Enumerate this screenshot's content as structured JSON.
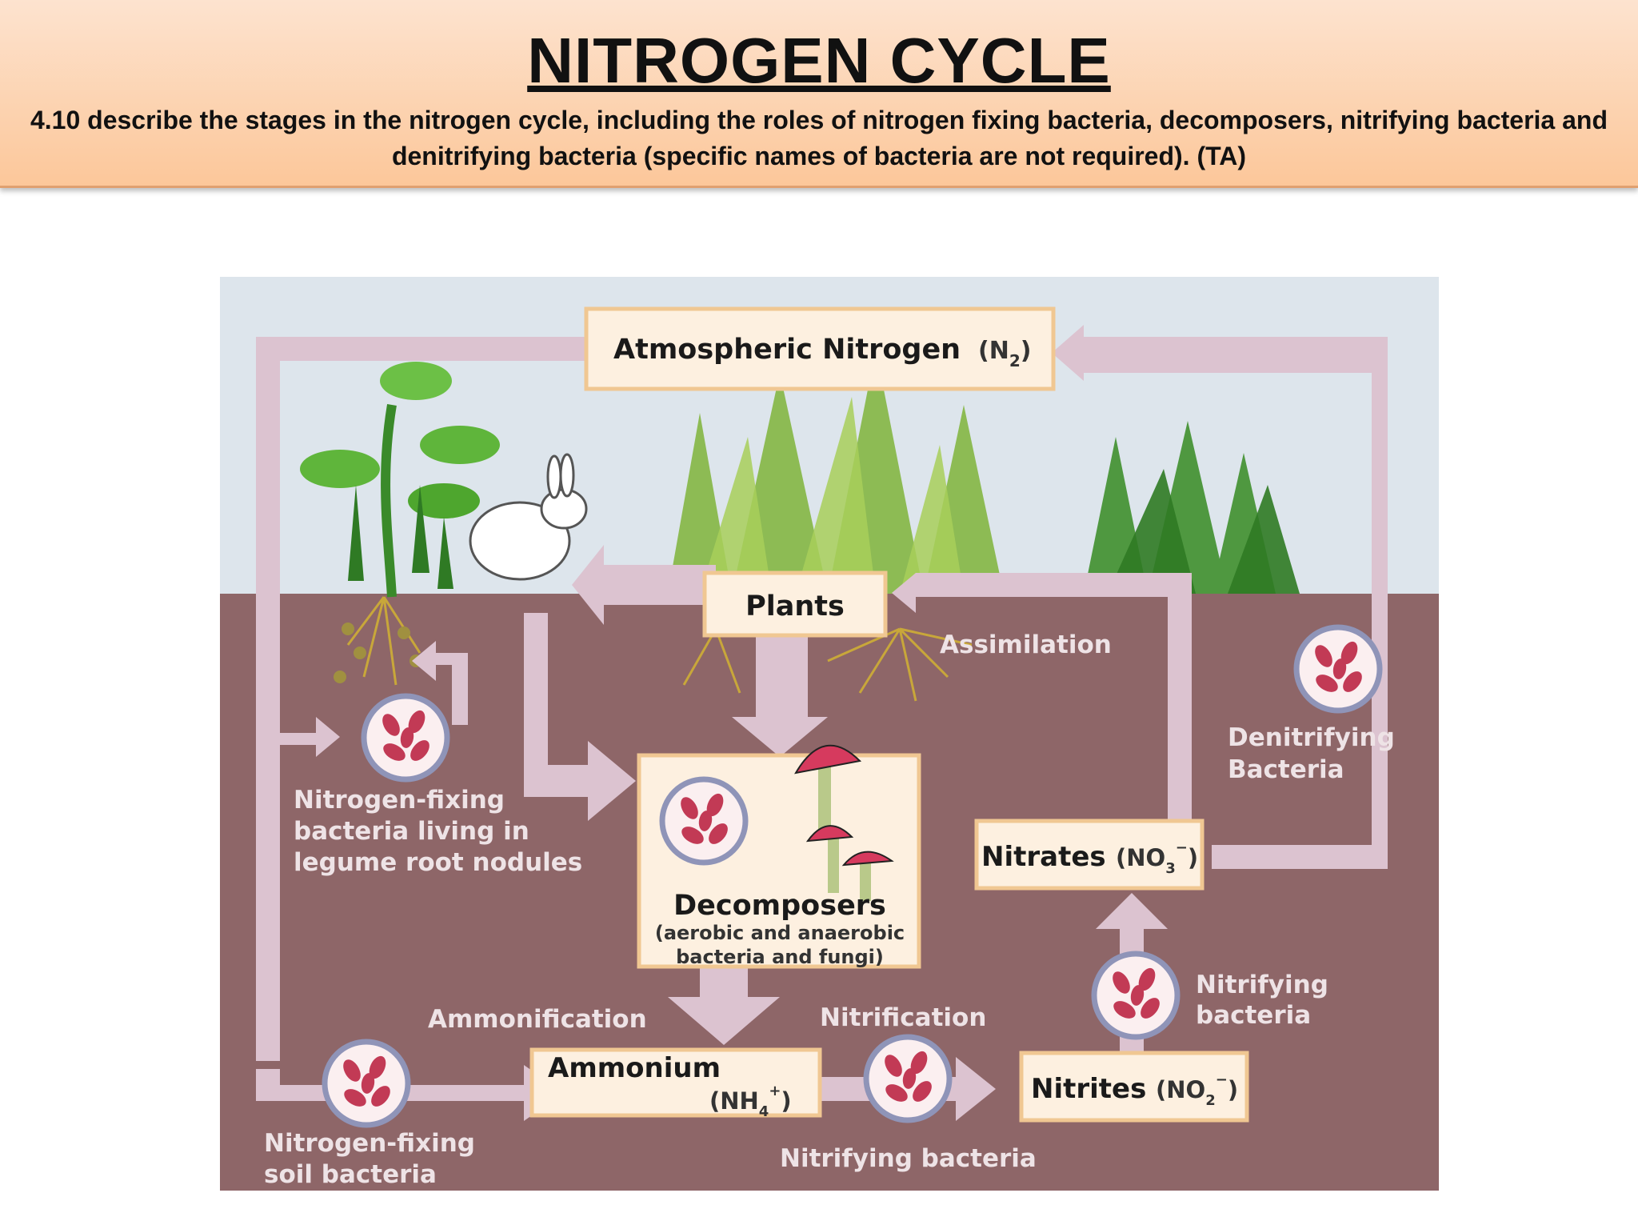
{
  "header": {
    "title": "NITROGEN CYCLE",
    "subtitle": "4.10 describe the stages in the nitrogen cycle, including the roles of nitrogen fixing bacteria, decomposers, nitrifying bacteria and denitrifying bacteria (specific names of bacteria are not required). (TA)"
  },
  "diagram": {
    "atmospheric": {
      "label": "Atmospheric Nitrogen",
      "formula": "(N",
      "sub": "2",
      "close": ")"
    },
    "plants": "Plants",
    "assimilation": "Assimilation",
    "denitrifying": {
      "line1": "Denitrifying",
      "line2": "Bacteria"
    },
    "legume_bacteria": {
      "line1": "Nitrogen-fixing",
      "line2": "bacteria living in",
      "line3": "legume root nodules"
    },
    "decomposers": {
      "label": "Decomposers",
      "line1": "(aerobic and anaerobic",
      "line2": "bacteria and fungi)"
    },
    "nitrates": {
      "label": "Nitrates",
      "formula": "(NO",
      "sub": "3",
      "sup": "−",
      "close": ")"
    },
    "nitrifying_upper": {
      "line1": "Nitrifying",
      "line2": "bacteria"
    },
    "ammonification": "Ammonification",
    "nitrification": "Nitrification",
    "ammonium": {
      "label": "Ammonium",
      "formula": "(NH",
      "sub": "4",
      "sup": "+",
      "close": ")"
    },
    "nitrites": {
      "label": "Nitrites",
      "formula": "(NO",
      "sub": "2",
      "sup": "−",
      "close": ")"
    },
    "soil_bacteria": {
      "line1": "Nitrogen-fixing",
      "line2": "soil bacteria"
    },
    "nitrifying_lower": "Nitrifying bacteria",
    "colors": {
      "sky": "#dde5ec",
      "soil": "#8e6668",
      "arrow": "#dcc3d0",
      "box_fill": "#fdf0e0",
      "box_border": "#f0c792",
      "bacteria": "#c23a55"
    }
  }
}
